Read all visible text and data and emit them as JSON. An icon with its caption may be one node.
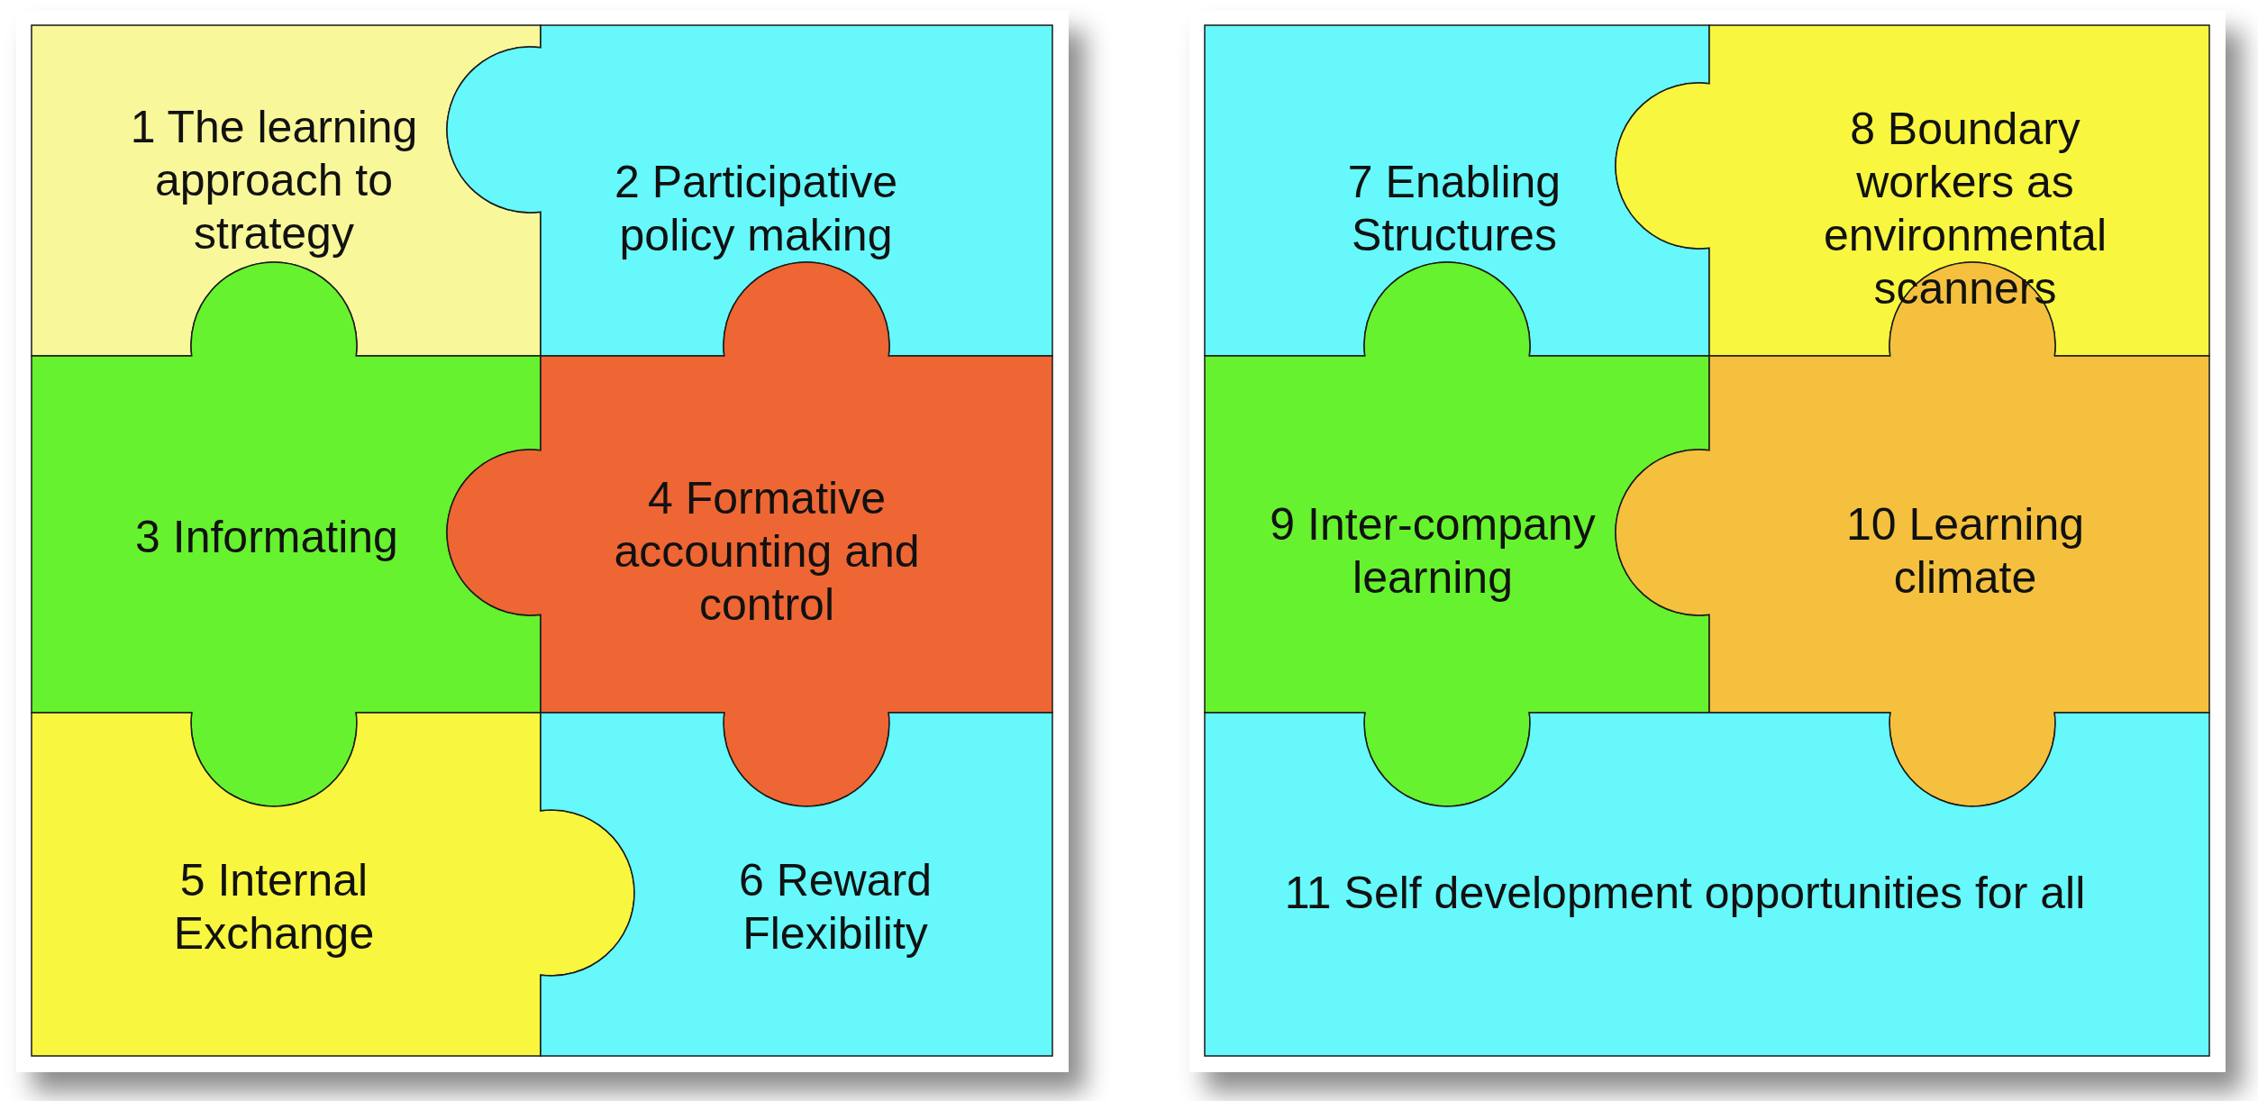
{
  "diagram": {
    "nodes": [
      {
        "text": [
          "1 The learning approach to strategy"
        ]
      },
      {
        "text": [
          "2 Participative policy making"
        ]
      },
      {
        "text": [
          "3 Informating"
        ]
      },
      {
        "text": [
          "4 Formative accounting and control"
        ]
      },
      {
        "text": [
          "5 Internal Exchange"
        ]
      },
      {
        "text": [
          "6 Reward Flexibility"
        ]
      },
      {
        "text": [
          "7 Enabling Structures"
        ]
      },
      {
        "text": [
          "8 Boundary workers as environmental scanners"
        ]
      },
      {
        "text": [
          "9 Inter-company learning"
        ]
      },
      {
        "text": [
          "10 Learning climate"
        ]
      },
      {
        "text": [
          "11 Self development opportunities for all"
        ]
      }
    ]
  }
}
